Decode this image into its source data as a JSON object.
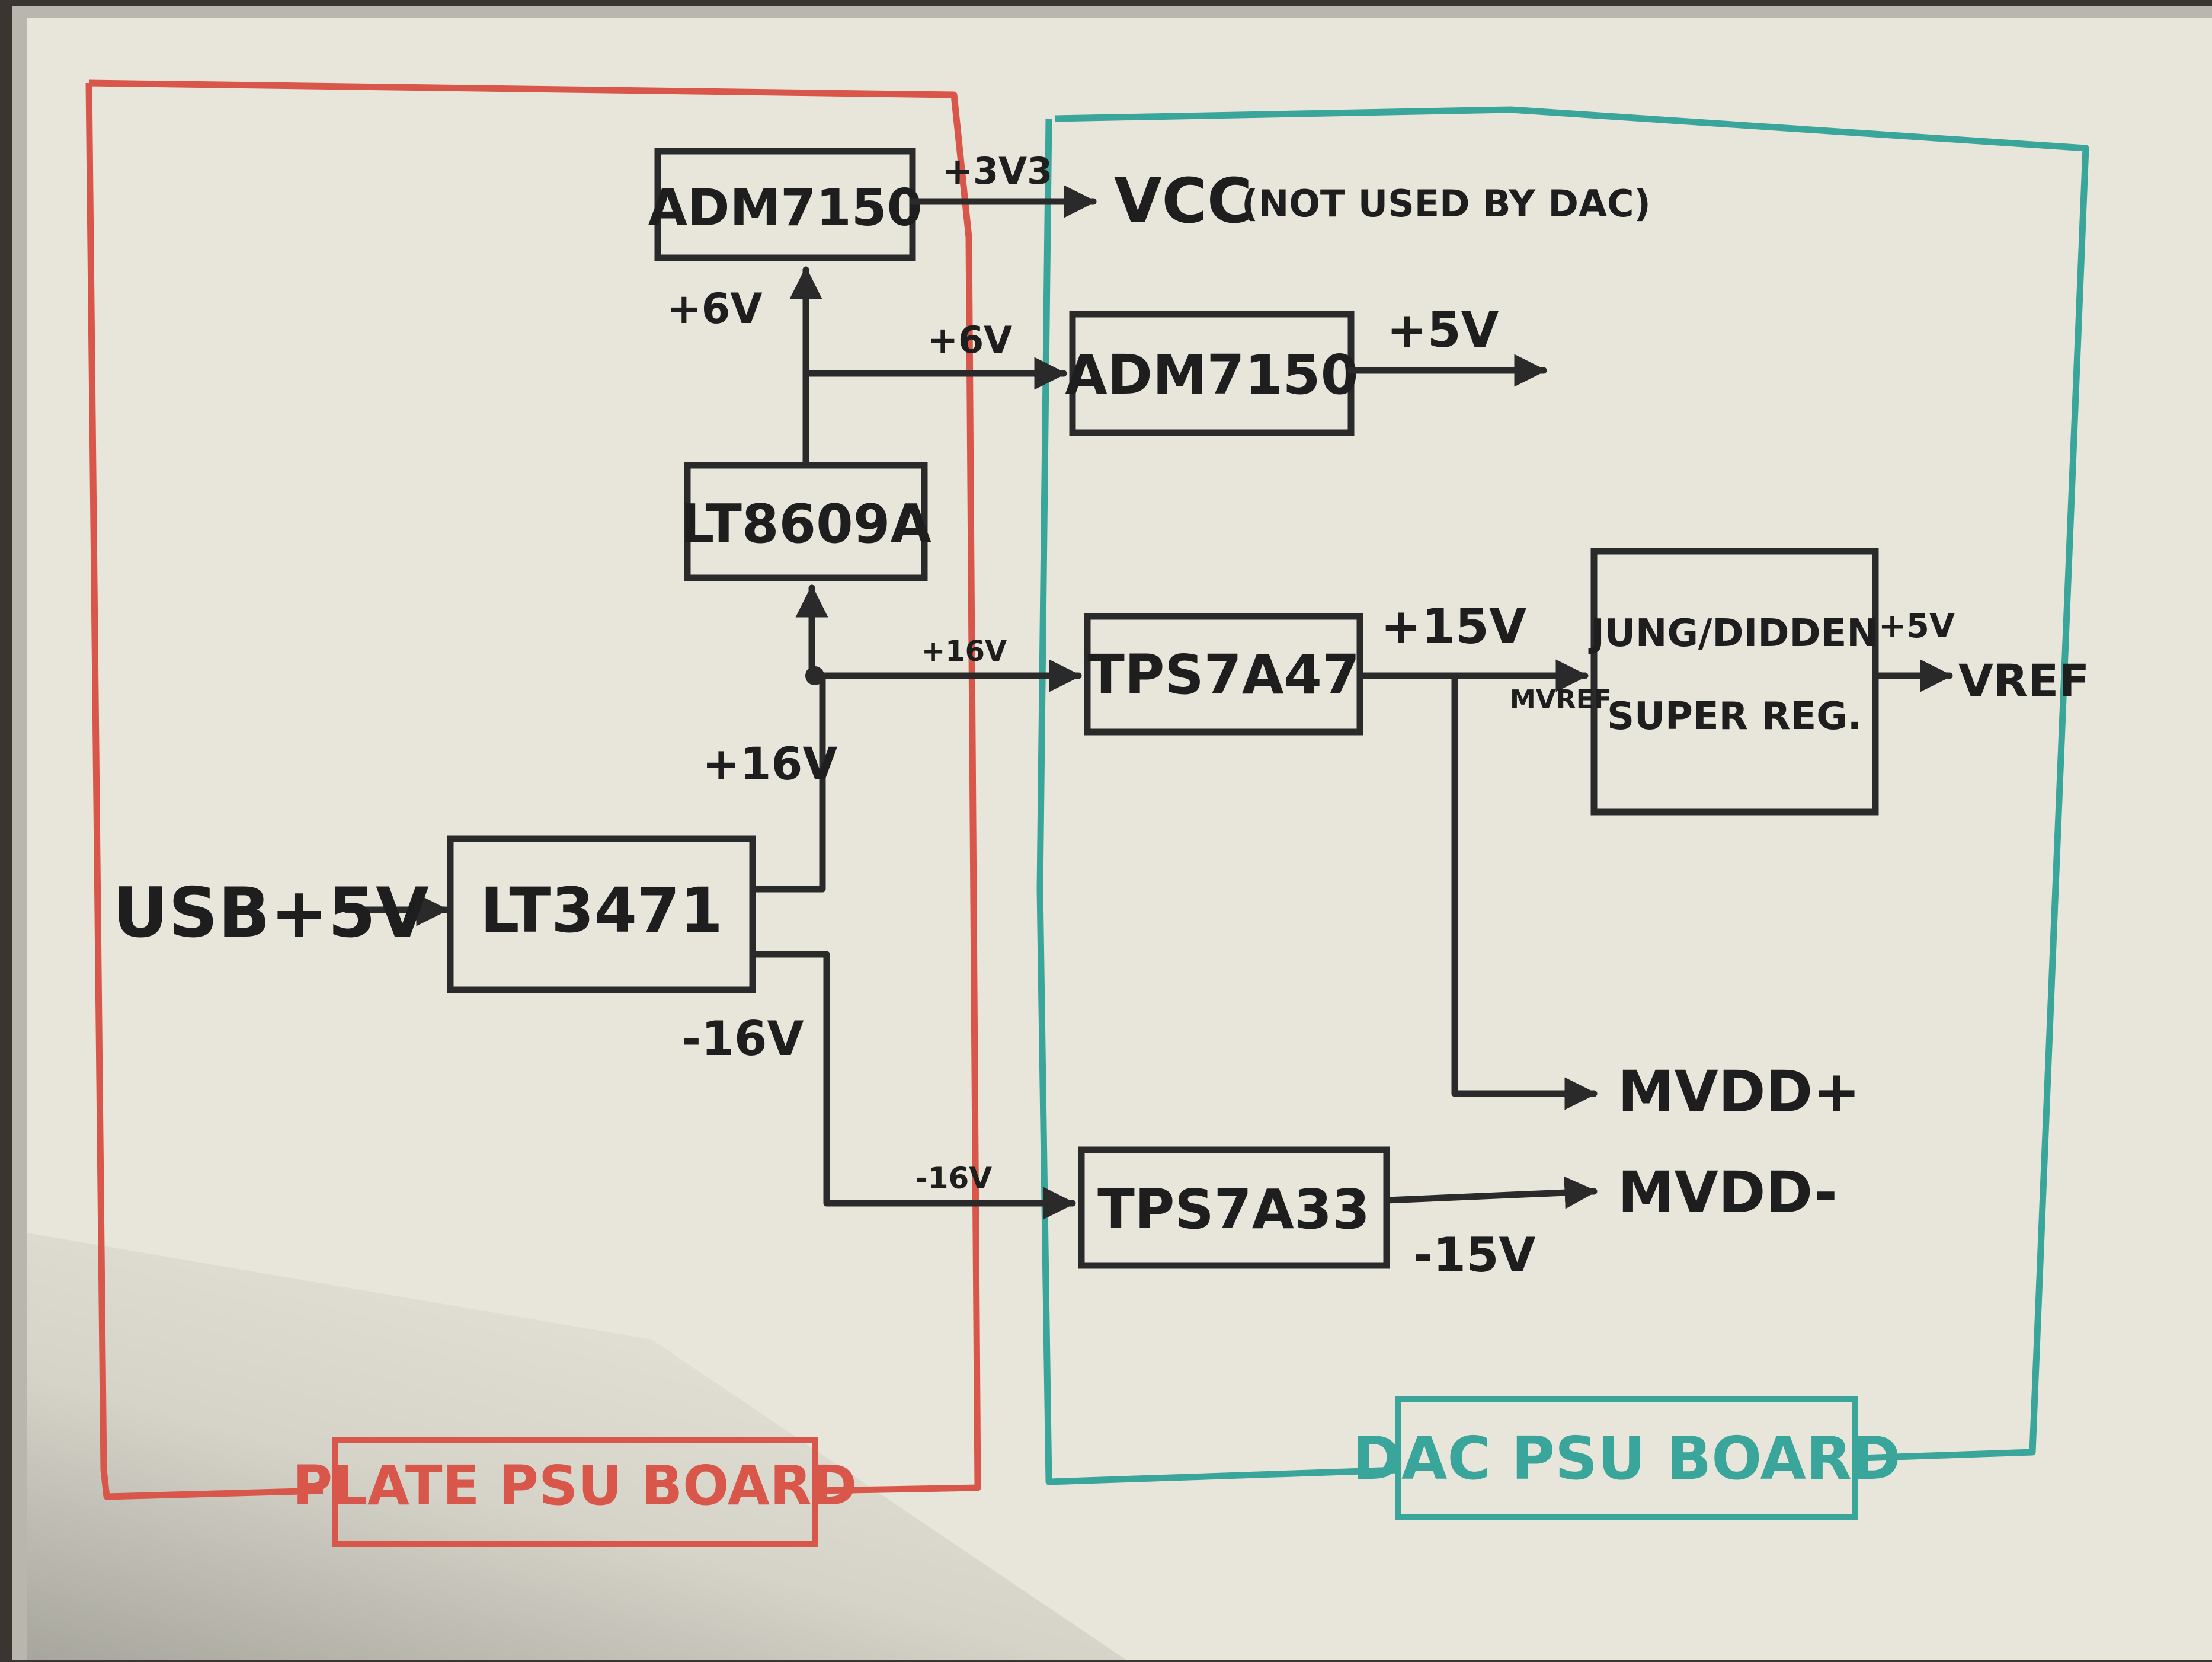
{
  "colors": {
    "whiteboard": "#e8e6da",
    "frame": "#b9b6ae",
    "marker_black": "#2a2a2a",
    "plate_board": "#d8574a",
    "dac_board": "#3aa59a"
  },
  "regions": {
    "plate_board_label": "PLATE PSU BOARD",
    "dac_board_label": "DAC PSU BOARD"
  },
  "blocks": {
    "adm7150_top": "ADM7150",
    "adm7150_mid": "ADM7150",
    "lt8609a": "LT8609A",
    "lt3471": "LT3471",
    "tps7a47": "TPS7A47",
    "tps7a33": "TPS7A33",
    "superreg_line1": "JUNG/DIDDEN",
    "superreg_line2": "SUPER REG."
  },
  "labels": {
    "usb_in": "USB+5V",
    "v3v3": "+3V3",
    "vcc": "VCC",
    "vcc_note": "(NOT USED BY DAC)",
    "plus6v_left": "+6V",
    "plus6v_right": "+6V",
    "plus5v": "+5V",
    "plus16v_small": "+16V",
    "plus16v_big": "+16V",
    "plus15v": "+15V",
    "mvref": "MVREF",
    "plus5v_small": "+5V",
    "vref": "VREF",
    "minus16v_big": "-16V",
    "minus16v_small": "-16V",
    "mvdd_plus": "MVDD+",
    "mvdd_minus": "MVDD-",
    "minus15v": "-15V"
  }
}
